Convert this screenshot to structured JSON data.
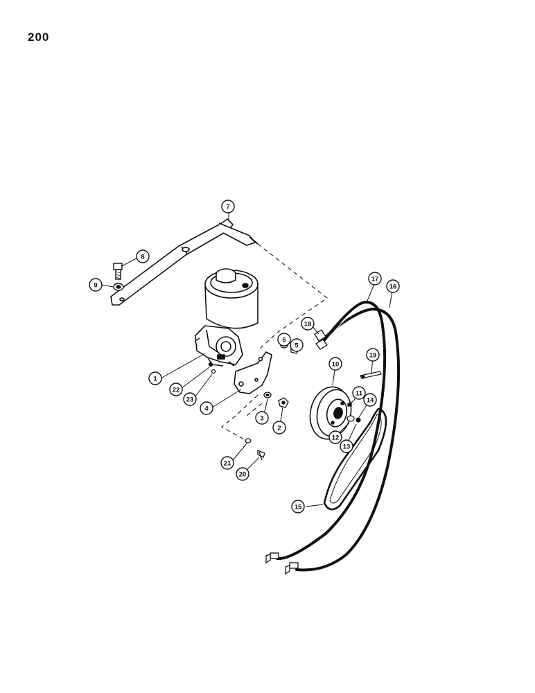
{
  "page_number": "200",
  "colors": {
    "ink": "#111111",
    "paper": "#ffffff",
    "shade": "#cfcfcf"
  },
  "callouts": [
    {
      "id": "1",
      "label": "1"
    },
    {
      "id": "2",
      "label": "2"
    },
    {
      "id": "3",
      "label": "3"
    },
    {
      "id": "4",
      "label": "4"
    },
    {
      "id": "5",
      "label": "5"
    },
    {
      "id": "6",
      "label": "6"
    },
    {
      "id": "7",
      "label": "7"
    },
    {
      "id": "8",
      "label": "8"
    },
    {
      "id": "9",
      "label": "9"
    },
    {
      "id": "10",
      "label": "10"
    },
    {
      "id": "11",
      "label": "11"
    },
    {
      "id": "12",
      "label": "12"
    },
    {
      "id": "13",
      "label": "13"
    },
    {
      "id": "14",
      "label": "14"
    },
    {
      "id": "15",
      "label": "15"
    },
    {
      "id": "16",
      "label": "16"
    },
    {
      "id": "17",
      "label": "17"
    },
    {
      "id": "18",
      "label": "18"
    },
    {
      "id": "19",
      "label": "19"
    },
    {
      "id": "20",
      "label": "20"
    },
    {
      "id": "21",
      "label": "21"
    },
    {
      "id": "22",
      "label": "22"
    },
    {
      "id": "23",
      "label": "23"
    }
  ]
}
